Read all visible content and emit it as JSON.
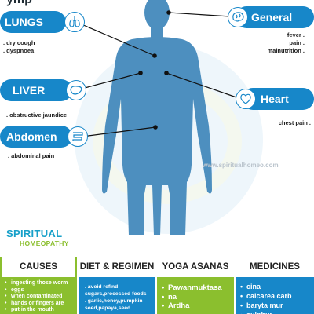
{
  "title_fragment": "ymp",
  "organs": {
    "lungs": {
      "label": "LUNGS",
      "icon": "lungs-icon",
      "symptoms": [
        ". dry cough",
        ". dyspnoea"
      ]
    },
    "liver": {
      "label": "LIVER",
      "icon": "liver-icon",
      "symptoms": [
        ". obstructive jaundice"
      ]
    },
    "abdomen": {
      "label": "Abdomen",
      "icon": "intestine-icon",
      "symptoms": [
        ". abdominal pain"
      ]
    },
    "general": {
      "label": "General",
      "icon": "brain-icon",
      "symptoms": [
        "fever .",
        "pain .",
        "malnutrition ."
      ]
    },
    "heart": {
      "label": "Heart",
      "icon": "heart-icon",
      "symptoms": [
        "chest pain ."
      ]
    }
  },
  "watermark": "www.spiritualhomeo.com",
  "brand": {
    "line1": "SPIRITUAL",
    "line2": "HOMEOPATHY"
  },
  "panels": {
    "causes": {
      "title": "CAUSES",
      "items": [
        "ingesting those worm",
        "eggs",
        "when contaminated",
        "hands or fingers are",
        "put in the mouth"
      ]
    },
    "diet": {
      "title": "DIET & REGIMEN",
      "items": [
        ". avoid refind",
        "sugars,processed foods",
        ". garlic,honey,pumpkin",
        "seed,papaya,seed"
      ]
    },
    "yoga": {
      "title": "YOGA ASANAS",
      "items": [
        "Pawanmuktasa",
        "na",
        "Ardha"
      ]
    },
    "medicines": {
      "title": "MEDICINES",
      "items": [
        "cina",
        "calcarea carb",
        "baryta mur",
        "sulphur"
      ]
    }
  },
  "colors": {
    "accent_blue": "#1787c9",
    "accent_green": "#8bbf2e",
    "body_silhouette": "#4d8fbf",
    "brand_cyan": "#17a0c9"
  }
}
